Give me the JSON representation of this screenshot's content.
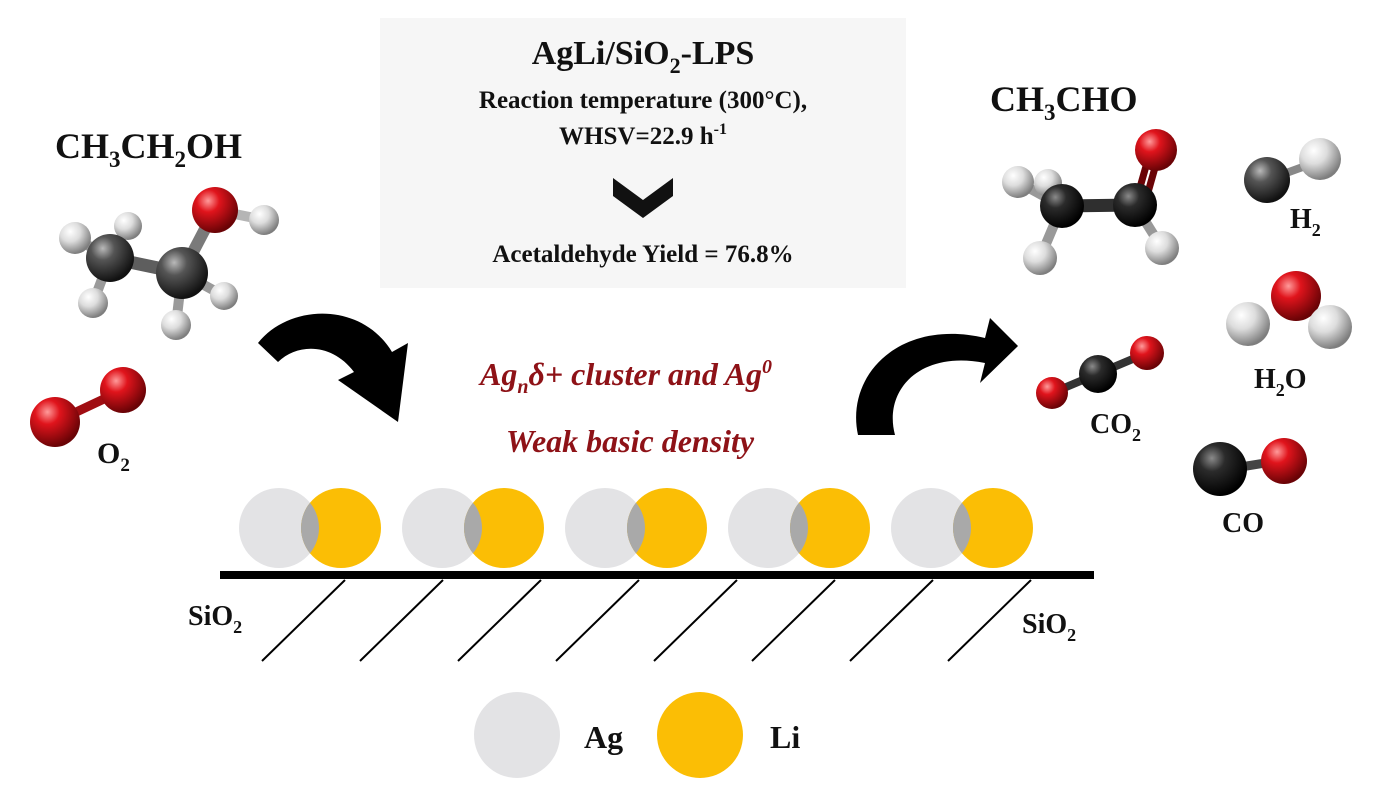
{
  "info_box": {
    "title_parts": [
      "AgLi/SiO",
      "2",
      "-LPS"
    ],
    "line1": "Reaction temperature (300°C),",
    "line2_parts": [
      "WHSV=22.9 h",
      "-1"
    ],
    "result": "Acetaldehyde Yield = 76.8%"
  },
  "reactants": {
    "ethanol_parts": [
      "CH",
      "3",
      "CH",
      "2",
      "OH"
    ],
    "oxygen_parts": [
      "O",
      "2"
    ]
  },
  "products": {
    "acetaldehyde_parts": [
      "CH",
      "3",
      "CHO"
    ],
    "hydrogen_parts": [
      "H",
      "2"
    ],
    "water_parts": [
      "H",
      "2",
      "O"
    ],
    "co2_parts": [
      "CO",
      "2"
    ],
    "co": "CO"
  },
  "catalyst": {
    "line1_parts": [
      "Ag",
      "n",
      "δ+ cluster and Ag",
      "0"
    ],
    "line2": "Weak basic density",
    "support_left_parts": [
      "SiO",
      "2"
    ],
    "support_right_parts": [
      "SiO",
      "2"
    ],
    "particle_count": 5
  },
  "legend": {
    "ag": "Ag",
    "li": "Li"
  },
  "colors": {
    "ag": "#e3e3e5",
    "li": "#fbbe05",
    "overlap": "#a9a9a9",
    "oxygen_atom": "#d8121a",
    "carbon_atom": "#444444",
    "hydrogen_atom": "#eeeeee",
    "emphasis_text": "#8e1217",
    "box_bg": "#f6f6f6"
  }
}
